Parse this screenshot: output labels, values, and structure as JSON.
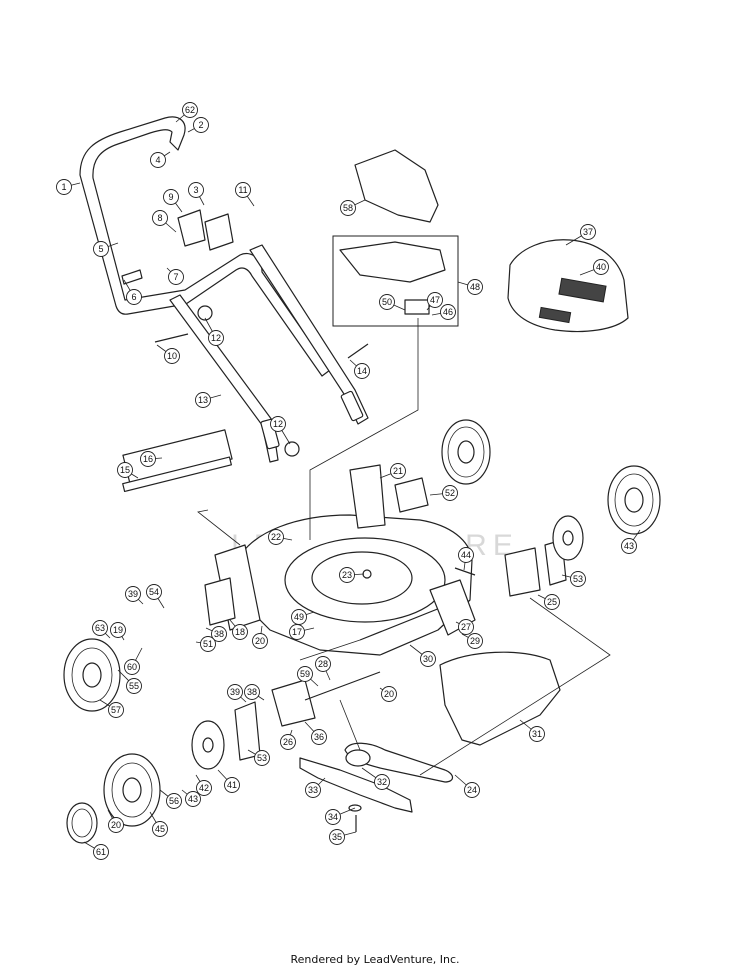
{
  "watermark": "LEADVENTURE",
  "footer": "Rendered by LeadVenture, Inc.",
  "callouts": [
    "62",
    "2",
    "4",
    "1",
    "3",
    "9",
    "11",
    "8",
    "5",
    "7",
    "6",
    "12",
    "10",
    "13",
    "14",
    "58",
    "37",
    "40",
    "48",
    "47",
    "50",
    "46",
    "12",
    "16",
    "15",
    "21",
    "52",
    "22",
    "44",
    "23",
    "43",
    "53",
    "25",
    "39",
    "54",
    "49",
    "17",
    "27",
    "29",
    "63",
    "19",
    "38",
    "51",
    "18",
    "20",
    "60",
    "55",
    "30",
    "59",
    "28",
    "57",
    "20",
    "39",
    "38",
    "36",
    "26",
    "53",
    "31",
    "41",
    "42",
    "43",
    "56",
    "24",
    "32",
    "33",
    "34",
    "35",
    "45",
    "20",
    "61"
  ],
  "colors": {
    "line": "#222222",
    "watermark": "#d8d8d8",
    "background": "#ffffff"
  }
}
